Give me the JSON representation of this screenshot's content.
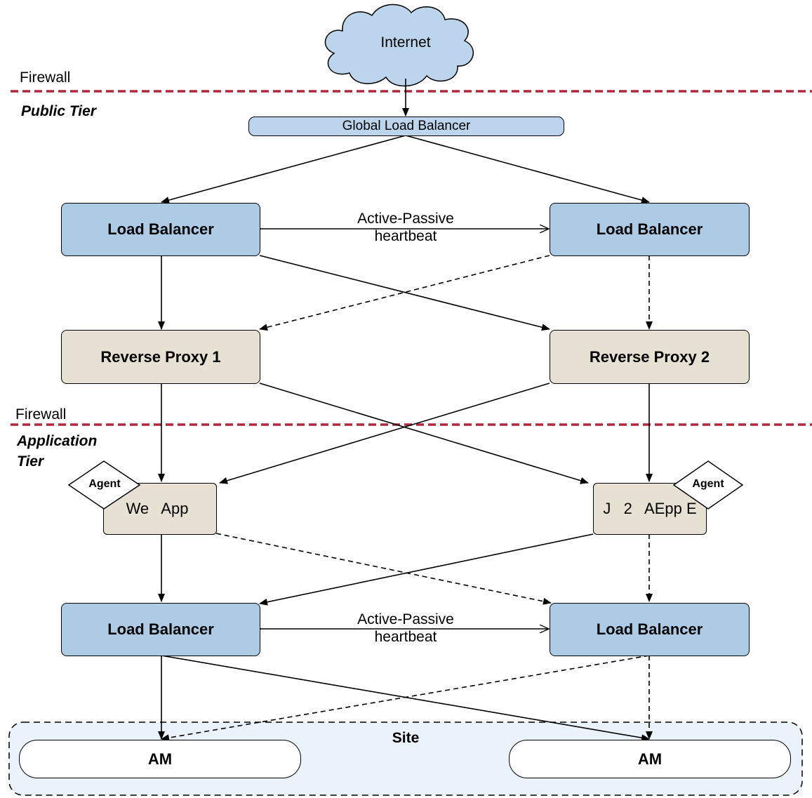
{
  "internet": {
    "label": "Internet"
  },
  "firewalls": [
    {
      "label": "Firewall"
    },
    {
      "label": "Firewall"
    }
  ],
  "tiers": {
    "public": "Public Tier",
    "application_line1": "Application",
    "application_line2": "Tier"
  },
  "global_lb": {
    "label": "Global Load Balancer"
  },
  "public_lbs": [
    {
      "label": "Load Balancer"
    },
    {
      "label": "Load Balancer"
    }
  ],
  "public_heartbeat": {
    "line1": "Active-Passive",
    "line2": "heartbeat"
  },
  "proxies": [
    {
      "label": "Reverse Proxy 1"
    },
    {
      "label": "Reverse Proxy 2"
    }
  ],
  "apps": [
    {
      "label": "We   App",
      "agent": "Agent"
    },
    {
      "label": "J   2   AEpp E",
      "agent": "Agent"
    }
  ],
  "app_lbs": [
    {
      "label": "Load Balancer"
    },
    {
      "label": "Load Balancer"
    }
  ],
  "app_heartbeat": {
    "line1": "Active-Passive",
    "line2": "heartbeat"
  },
  "site": {
    "label": "Site"
  },
  "am_servers": [
    {
      "label": "AM"
    },
    {
      "label": "AM"
    }
  ],
  "colors": {
    "firewall": "#b0293e",
    "lb_fill": "#aecbe6",
    "proxy_fill": "#e6e1d2",
    "site_fill": "#eaf2fb",
    "cloud_fill": "#bcd5ec"
  }
}
